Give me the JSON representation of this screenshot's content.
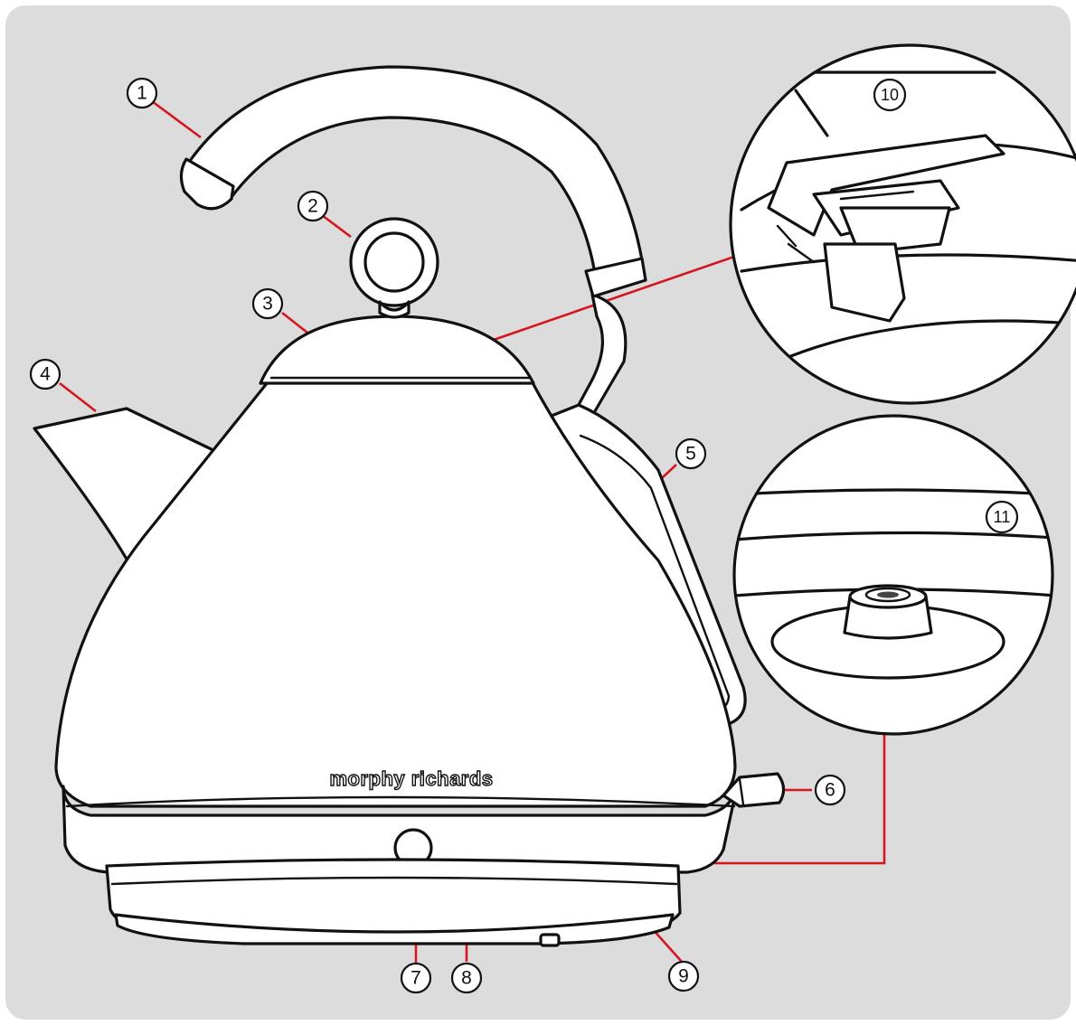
{
  "brand": "morphy richards",
  "colors": {
    "background": "#dcdcdc",
    "leader": "#d4161f",
    "outline": "#111111",
    "fill": "#ffffff"
  },
  "callouts": [
    "1",
    "2",
    "3",
    "4",
    "5",
    "6",
    "7",
    "8",
    "9",
    "10",
    "11"
  ]
}
